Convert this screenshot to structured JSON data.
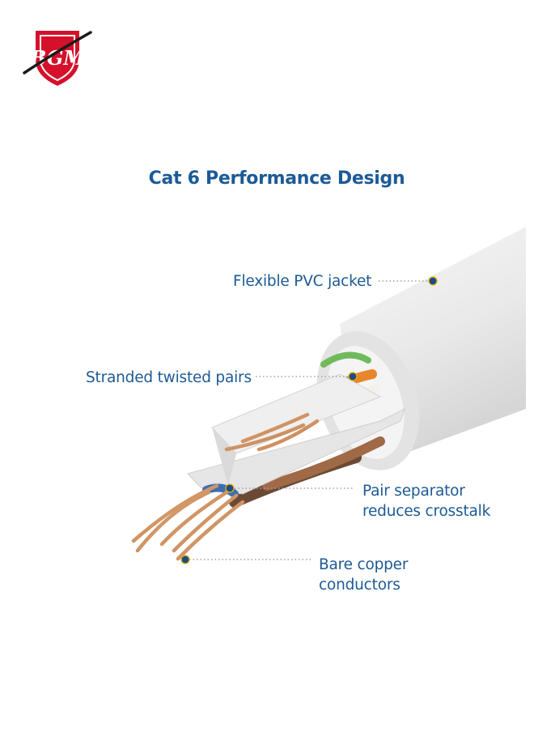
{
  "brand": {
    "logo_text": "BGM",
    "logo_colors": {
      "red": "#d5102a",
      "black": "#1a1a1a"
    }
  },
  "title": "Cat 6 Performance Design",
  "callouts": {
    "jacket": "Flexible PVC jacket",
    "pairs": "Stranded twisted pairs",
    "separator_line1": "Pair separator",
    "separator_line2": "reduces crosstalk",
    "copper_line1": "Bare copper",
    "copper_line2": "conductors"
  },
  "colors": {
    "text": "#1c5a96",
    "marker": "#1c4d86",
    "marker_ring": "#f0b400",
    "copper": "#c98a55",
    "cable": "#eeeeee"
  }
}
